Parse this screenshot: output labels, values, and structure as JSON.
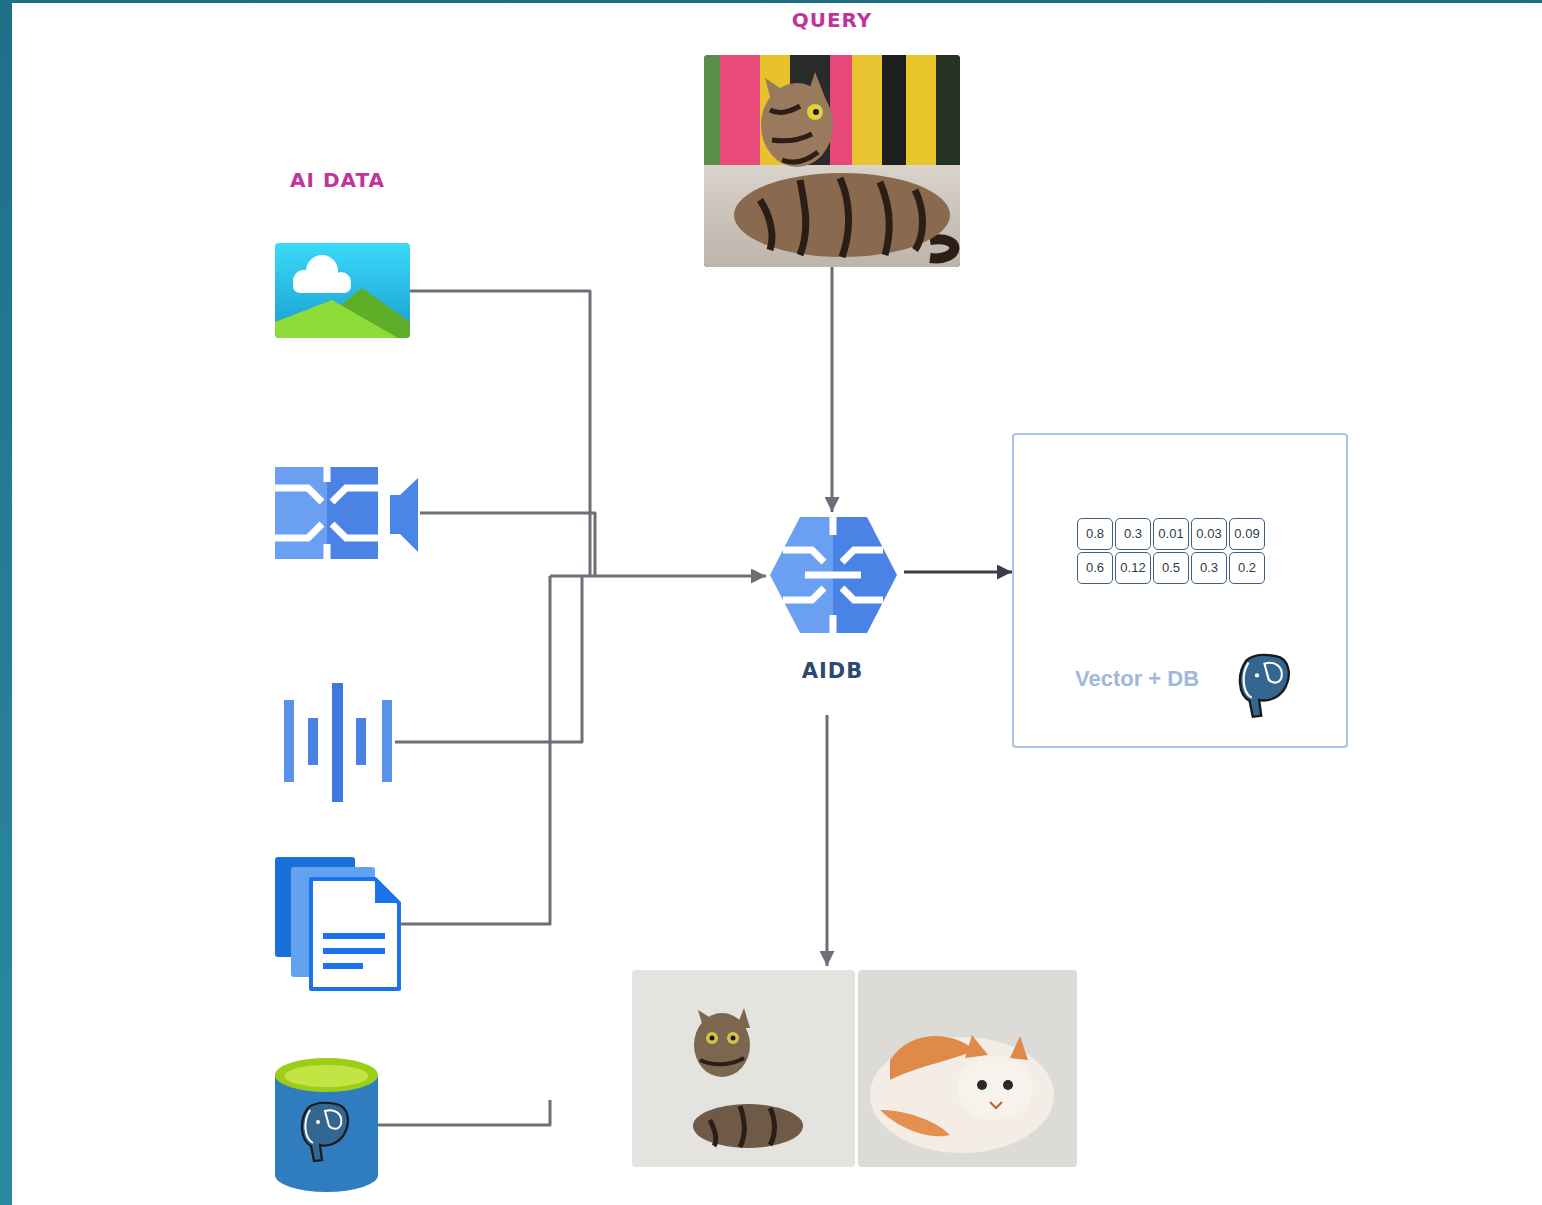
{
  "diagram": {
    "nodes": [
      {
        "text": [
          "QUERY"
        ]
      },
      {
        "text": [
          "AIDB"
        ]
      },
      {
        "text": [
          "Vector + DB"
        ]
      },
      {
        "text": [
          "0.8"
        ],
        "in": 2
      },
      {
        "text": [
          "0.3"
        ],
        "in": 2
      },
      {
        "text": [
          "0.01"
        ],
        "in": 2
      },
      {
        "text": [
          "0.03"
        ],
        "in": 2
      },
      {
        "text": [
          "0.09"
        ],
        "in": 2
      },
      {
        "text": [
          "0.6"
        ],
        "in": 2
      },
      {
        "text": [
          "0.12"
        ],
        "in": 2
      },
      {
        "text": [
          "0.5"
        ],
        "in": 2
      },
      {
        "text": [
          "0.3"
        ],
        "in": 2
      },
      {
        "text": [
          "0.2"
        ],
        "in": 2
      }
    ],
    "edges": [
      {
        "from": 0,
        "to": 1,
        "arrow": "to"
      },
      {
        "from": 1,
        "to": 2,
        "arrow": "to"
      }
    ],
    "labels": [
      "AI DATA"
    ]
  }
}
